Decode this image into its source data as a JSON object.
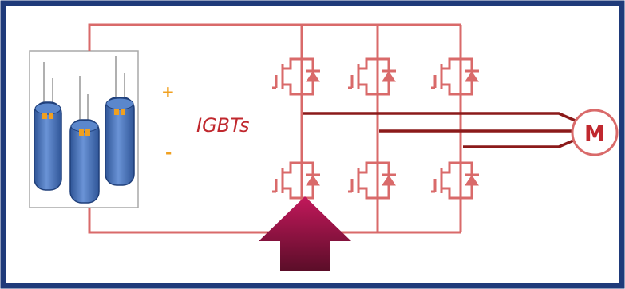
{
  "diagram": {
    "igbt_label": "IGBTs",
    "motor_label": "M",
    "positive_label": "+",
    "negative_label": "-",
    "colors": {
      "border": "#1f3a7a",
      "wire": "#d96a6a",
      "igbt": "#d96a6a",
      "phase_wire": "#8b1a1a",
      "arrow_top": "#c2185b",
      "arrow_bottom": "#6a1030",
      "capacitor": "#4a74b8",
      "capacitor_lead": "#c0c0c0"
    },
    "bridge_legs": 3,
    "phases": 3,
    "capacitors": 3
  }
}
